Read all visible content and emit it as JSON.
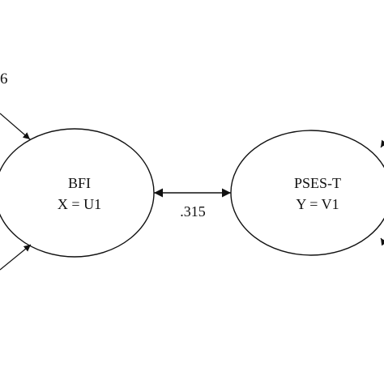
{
  "diagram": {
    "left_node": {
      "name": "BFI",
      "equation": "X = U1"
    },
    "right_node": {
      "name": "PSES-T",
      "equation": "Y = V1"
    },
    "correlation": ".315",
    "partial_label": "6"
  }
}
